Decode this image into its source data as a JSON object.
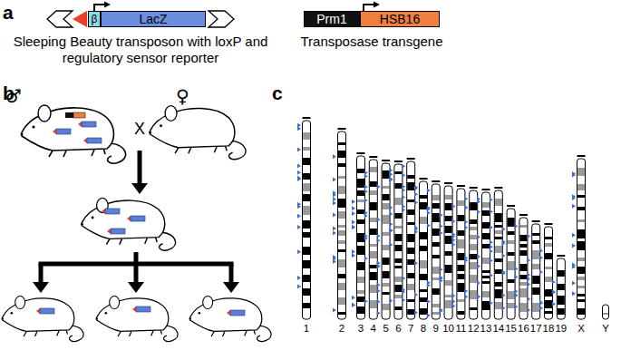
{
  "diagram": {
    "nodes": [
      {
        "text": [
          "β"
        ]
      },
      {
        "text": [
          "LacZ"
        ]
      },
      {
        "text": [
          "Prm1"
        ]
      },
      {
        "text": [
          "HSB16"
        ]
      }
    ],
    "labels": [
      "a",
      "Sleeping Beauty transposon with loxP and regulatory sensor reporter",
      "Transposase transgene",
      "b",
      "♂",
      "♀",
      "X",
      "c",
      "1",
      "2",
      "3",
      "4",
      "5",
      "6",
      "7",
      "8",
      "9",
      "10",
      "11",
      "12",
      "13",
      "14",
      "15",
      "16",
      "17",
      "18",
      "19",
      "X",
      "Y"
    ]
  }
}
